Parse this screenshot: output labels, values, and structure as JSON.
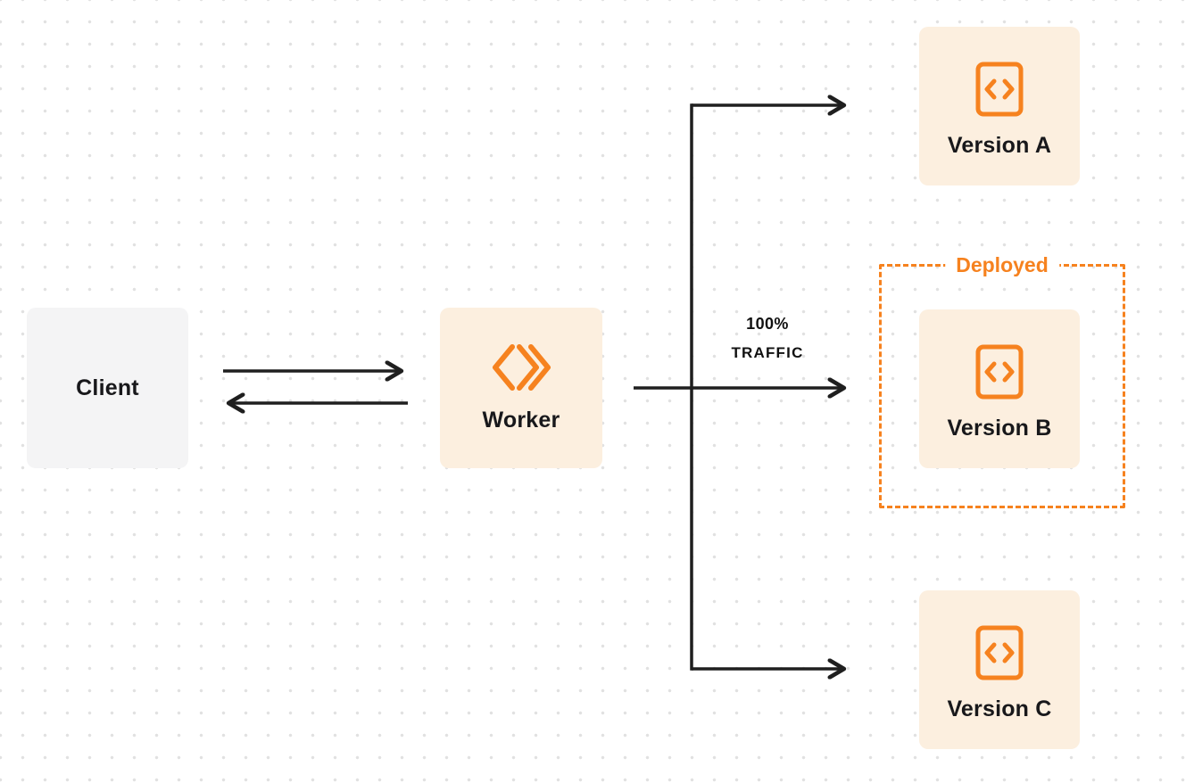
{
  "diagram": {
    "client": {
      "label": "Client"
    },
    "worker": {
      "label": "Worker"
    },
    "traffic": {
      "percent": "100%",
      "word": "TRAFFIC"
    },
    "deployed": {
      "label": "Deployed"
    },
    "versions": [
      {
        "label": "Version A",
        "deployed": false
      },
      {
        "label": "Version B",
        "deployed": true
      },
      {
        "label": "Version C",
        "deployed": false
      }
    ],
    "icons": {
      "worker": "workers-logo-icon",
      "version": "code-brackets-icon"
    },
    "colors": {
      "accent_orange": "#F6821F",
      "node_cream": "#FCEFDF",
      "node_gray": "#F4F4F5",
      "arrow_black": "#1F1F1F",
      "dot_grid": "#E1E1E1",
      "text_dark": "#18181B"
    }
  }
}
